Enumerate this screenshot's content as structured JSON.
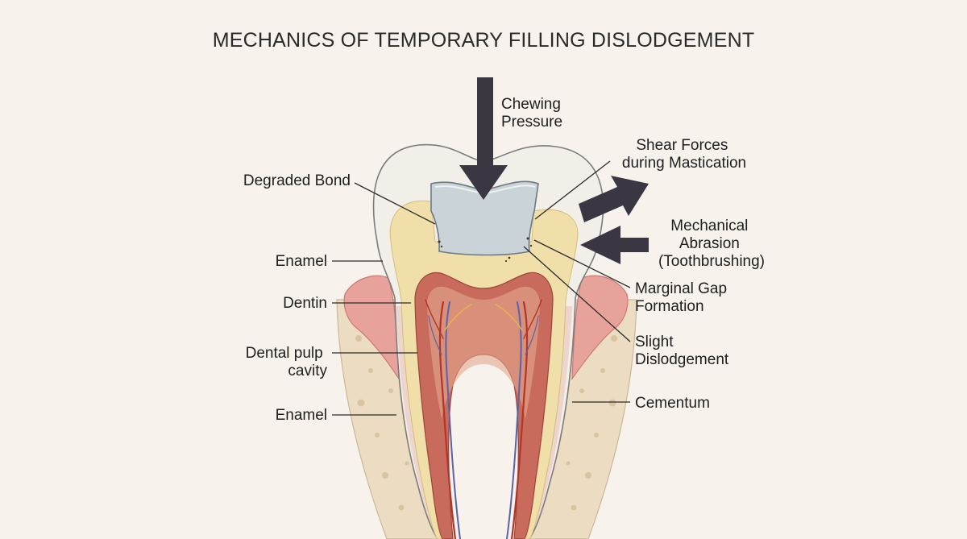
{
  "title": "MECHANICS OF TEMPORARY FILLING DISLODGEMENT",
  "labels": {
    "chewing_pressure": [
      "Chewing",
      "Pressure"
    ],
    "shear_forces": [
      "Shear Forces",
      "during Mastication"
    ],
    "degraded_bond": [
      "Degraded Bond"
    ],
    "mechanical_abrasion": [
      "Mechanical",
      "Abrasion",
      "(Toothbrushing)"
    ],
    "enamel_upper": [
      "Enamel"
    ],
    "marginal_gap": [
      "Marginal Gap",
      "Formation"
    ],
    "dentin": [
      "Dentin"
    ],
    "slight_dislodgement": [
      "Slight",
      "Dislodgement"
    ],
    "dental_pulp_cavity": [
      "Dental pulp",
      "cavity"
    ],
    "cementum": [
      "Cementum"
    ],
    "enamel_lower": [
      "Enamel"
    ]
  },
  "colors": {
    "background": "#f7f3ec",
    "arrow": "#3a3742",
    "filling": "#c9d3d8",
    "enamel": "#f3f0ea",
    "dentin": "#f1dfaa",
    "pulp": "#c96b5c",
    "gum": "#e7a39b",
    "bone": "#ecdcc2",
    "nerve_red": "#b0352a",
    "nerve_blue": "#5a62a8",
    "nerve_yellow": "#e8b448"
  }
}
